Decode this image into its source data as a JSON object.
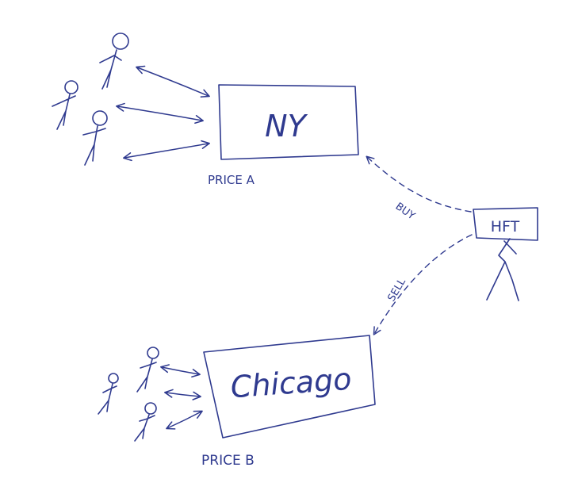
{
  "diagram": {
    "nodes": {
      "ny": {
        "label": "NY",
        "price_label": "PRICE A"
      },
      "chicago": {
        "label": "Chicago",
        "price_label": "PRICE B"
      },
      "hft": {
        "label": "HFT"
      }
    },
    "edges": {
      "buy": {
        "label": "BUY"
      },
      "sell": {
        "label": "SELL"
      }
    },
    "ink_color": "#2f3a8f"
  }
}
